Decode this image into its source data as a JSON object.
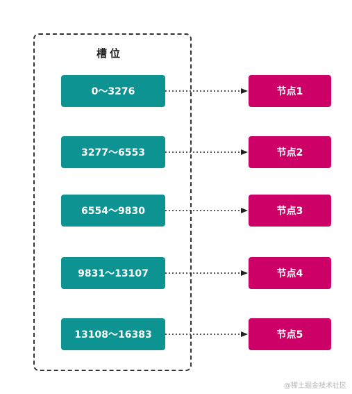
{
  "title": "槽位",
  "slots": [
    {
      "range": "0～3276",
      "node": "节点1"
    },
    {
      "range": "3277～6553",
      "node": "节点2"
    },
    {
      "range": "6554～9830",
      "node": "节点3"
    },
    {
      "range": "9831～13107",
      "node": "节点4"
    },
    {
      "range": "13108～16383",
      "node": "节点5"
    }
  ],
  "colors": {
    "slot": "#0e9393",
    "node": "#cc0066",
    "connector": "#222222",
    "frame": "#333333"
  },
  "watermark": "@稀土掘金技术社区"
}
